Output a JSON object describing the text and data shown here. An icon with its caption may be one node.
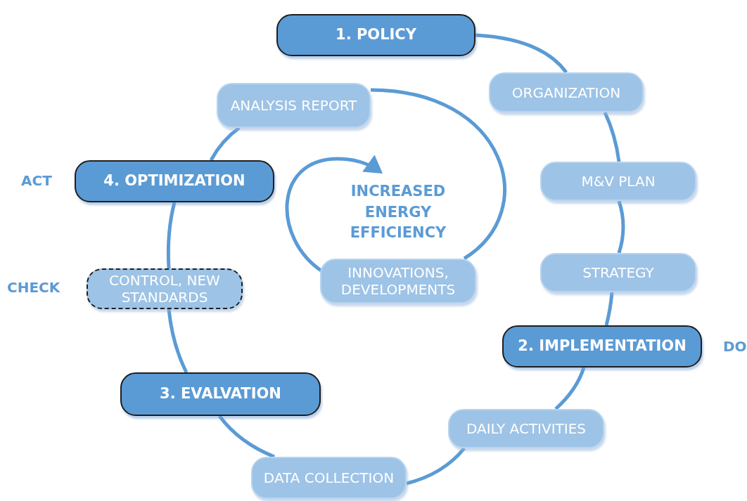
{
  "diagram": {
    "nodes": [
      {
        "text": [
          "1. POLICY"
        ]
      },
      {
        "text": [
          "ORGANIZATION"
        ]
      },
      {
        "text": [
          "M&V PLAN"
        ]
      },
      {
        "text": [
          "STRATEGY"
        ]
      },
      {
        "text": [
          "2. IMPLEMENTATION"
        ]
      },
      {
        "text": [
          "DAILY ACTIVITIES"
        ]
      },
      {
        "text": [
          "DATA COLLECTION"
        ]
      },
      {
        "text": [
          "3. EVALVATION"
        ]
      },
      {
        "text": [
          "CONTROL, NEW STANDARDS"
        ]
      },
      {
        "text": [
          "4. OPTIMIZATION"
        ]
      },
      {
        "text": [
          "ANALYSIS REPORT"
        ]
      },
      {
        "text": [
          "INNOVATIONS, DEVELOPMENTS"
        ]
      },
      {
        "text": [
          "INCREASED ENERGY EFFICIENCY"
        ]
      }
    ],
    "edges": [
      {
        "from": 0,
        "to": 1,
        "arrow": "none"
      },
      {
        "from": 1,
        "to": 2,
        "arrow": "none"
      },
      {
        "from": 2,
        "to": 3,
        "arrow": "none"
      },
      {
        "from": 3,
        "to": 4,
        "arrow": "none"
      },
      {
        "from": 4,
        "to": 5,
        "arrow": "none"
      },
      {
        "from": 5,
        "to": 6,
        "arrow": "none"
      },
      {
        "from": 6,
        "to": 7,
        "arrow": "none"
      },
      {
        "from": 7,
        "to": 8,
        "arrow": "none"
      },
      {
        "from": 8,
        "to": 9,
        "arrow": "none"
      },
      {
        "from": 9,
        "to": 10,
        "arrow": "none"
      },
      {
        "from": 10,
        "to": 11,
        "arrow": "none"
      },
      {
        "from": 11,
        "to": 12,
        "arrow": "to"
      }
    ],
    "labels": [
      "ACT",
      "CHECK",
      "DO"
    ]
  }
}
